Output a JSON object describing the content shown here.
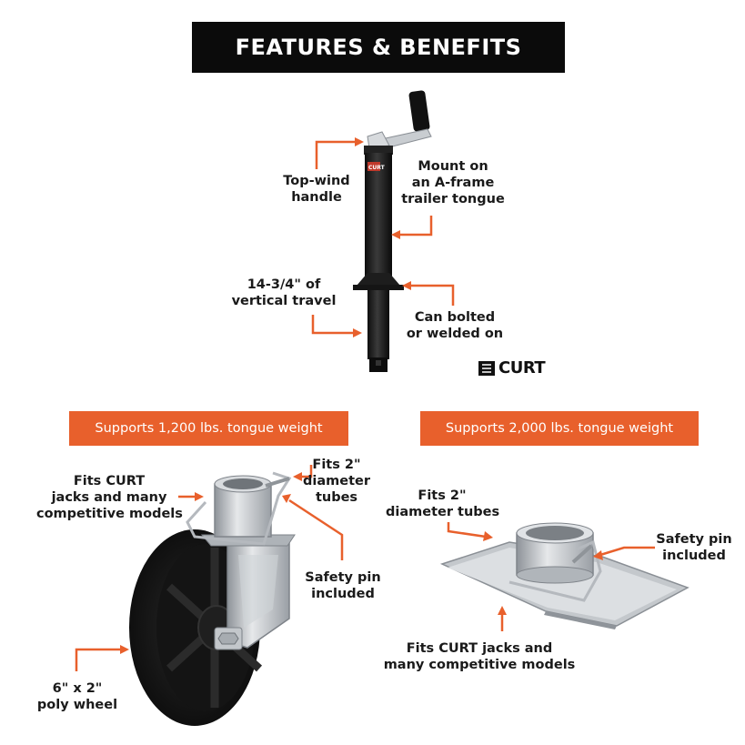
{
  "header": {
    "title": "FEATURES & BENEFITS"
  },
  "jack": {
    "badge": "CURT",
    "labels": {
      "topwind": [
        "Top-wind",
        "handle"
      ],
      "mount": [
        "Mount on",
        "an A-frame",
        "trailer tongue"
      ],
      "travel": [
        "14-3/4\" of",
        "vertical travel"
      ],
      "bolted": [
        "Can bolted",
        "or welded on"
      ]
    }
  },
  "logo": {
    "text": "CURT"
  },
  "wheel": {
    "banner": "Supports 1,200 lbs. tongue weight",
    "labels": {
      "fits_jacks": [
        "Fits CURT",
        "jacks and many",
        "competitive models"
      ],
      "tubes": [
        "Fits 2\"",
        "diameter",
        "tubes"
      ],
      "pin": [
        "Safety pin",
        "included"
      ],
      "poly": [
        "6\" x 2\"",
        "poly wheel"
      ]
    }
  },
  "footplate": {
    "banner": "Supports 2,000 lbs. tongue weight",
    "labels": {
      "tubes": [
        "Fits 2\"",
        "diameter tubes"
      ],
      "pin": [
        "Safety pin",
        "included"
      ],
      "fits_jacks": [
        "Fits CURT jacks and",
        "many competitive models"
      ]
    }
  },
  "colors": {
    "accent": "#e8602c",
    "header_bg": "#0b0b0b",
    "jack_tube": "#1a1a1a",
    "steel": "#b9bdc2"
  }
}
